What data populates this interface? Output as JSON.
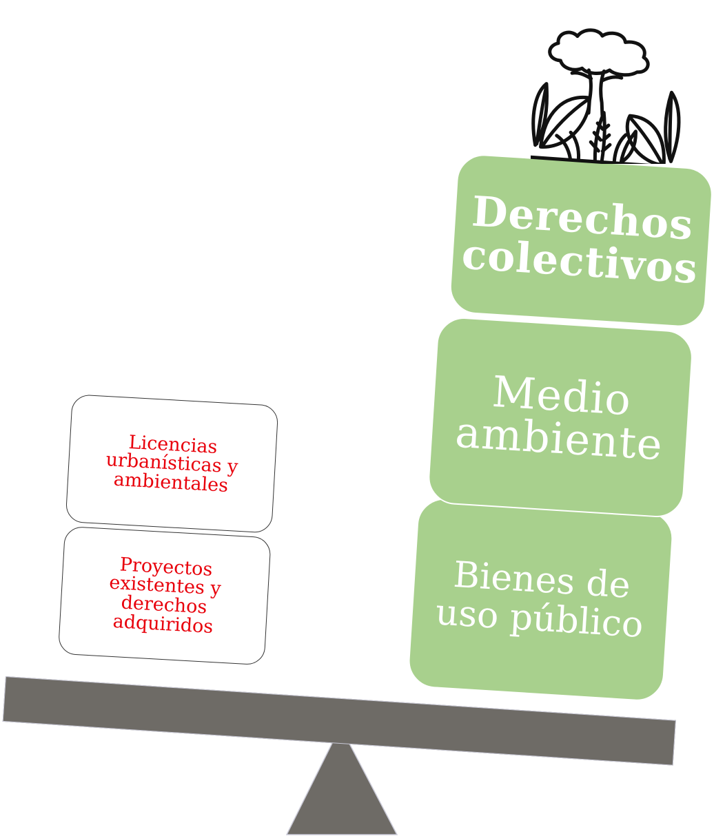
{
  "left_stack": {
    "top_label": "Licencias\nurbanísticas y\nambientales",
    "bottom_label": "Proyectos\nexistentes y\nderechos\nadquiridos"
  },
  "right_stack": {
    "top_label": "Derechos\ncolectivos",
    "middle_label": "Medio\nambiente",
    "bottom_label": "Bienes de\nuso público"
  },
  "colors": {
    "green_box": "#a8d08d",
    "left_text": "#e8000b",
    "beam": "#6e6b66"
  },
  "icons": {
    "top_right": "nature-tree-plants-icon"
  }
}
